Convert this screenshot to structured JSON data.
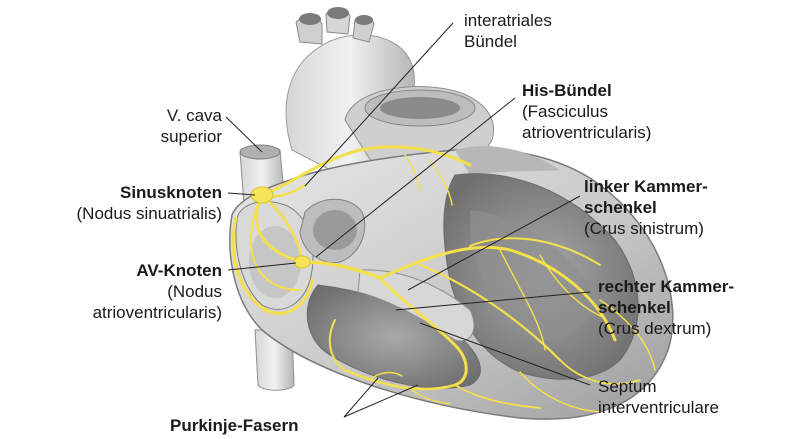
{
  "labels": {
    "interatrial": {
      "line1": "interatriales",
      "line2": "Bündel"
    },
    "his": {
      "title": "His-Bündel",
      "line1": "(Fasciculus",
      "line2": "atrioventricularis)"
    },
    "cava": {
      "line1": "V.  cava",
      "line2": "superior"
    },
    "sinus": {
      "title": "Sinusknoten",
      "latin": "(Nodus sinuatrialis)"
    },
    "left_bundle": {
      "line1": "linker Kammer-",
      "line2": "schenkel",
      "latin": "(Crus sinistrum)"
    },
    "av": {
      "title": "AV-Knoten",
      "line1": "(Nodus",
      "line2": "atrioventricularis)"
    },
    "right_bundle": {
      "line1": "rechter Kammer-",
      "line2": "schenkel",
      "latin": "(Crus dextrum)"
    },
    "septum": {
      "line1": "Septum",
      "line2": "interventriculare"
    },
    "purkinje": {
      "title": "Purkinje-Fasern"
    }
  },
  "colors": {
    "conduction": "#f4e04a",
    "node": "#f7e35a",
    "heart_light": "#e3e3e3",
    "heart_mid": "#c4c4c4",
    "heart_dark": "#8e8e8e",
    "leader": "#222222"
  }
}
